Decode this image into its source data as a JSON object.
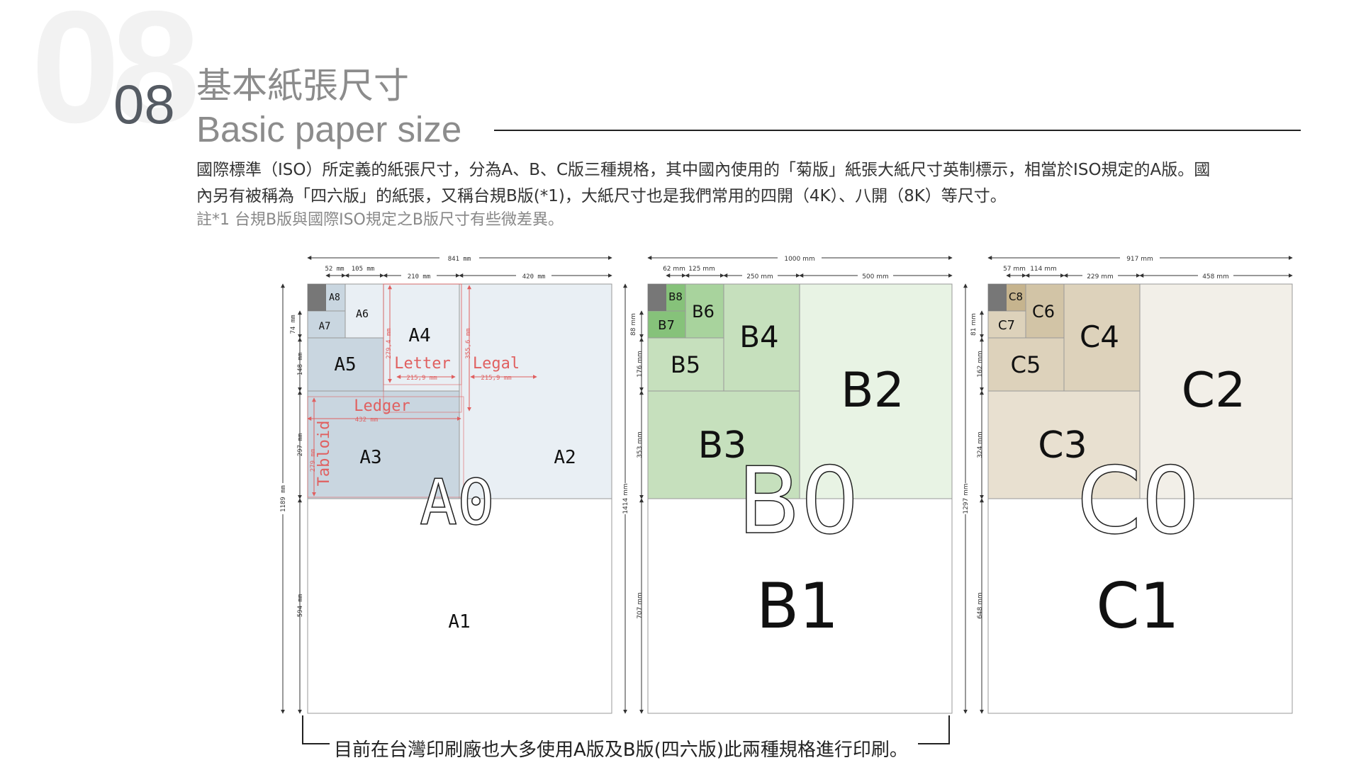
{
  "header": {
    "big_number": "08",
    "number": "08",
    "title_zh": "基本紙張尺寸",
    "title_en": "Basic paper size"
  },
  "intro": {
    "line1": "國際標準（ISO）所定義的紙張尺寸，分為A、B、C版三種規格，其中國內使用的「菊版」紙張大紙尺寸英制標示，相當於ISO規定的A版。國",
    "line2": "內另有被稱為「四六版」的紙張，又稱台規B版(*1)，大紙尺寸也是我們常用的四開（4K）、八開（8K）等尺寸。",
    "note": "註*1 台規B版與國際ISO規定之B版尺寸有些微差異。"
  },
  "colors": {
    "a_fill_dark": "#c9d6e0",
    "a_fill_light": "#e9eff4",
    "b_fill_dark": "#c6e0bd",
    "b_fill_light": "#e8f3e4",
    "b_small": "#86c27a",
    "c_fill_dark": "#ddd2bb",
    "c_fill_light": "#f2efe8",
    "c_small": "#c6b48e",
    "grey_corner": "#777777",
    "us_red": "#e06060"
  },
  "diagrams": {
    "a": {
      "total_width": "841 mm",
      "total_height": "1189 mm",
      "w_labels": [
        "52 mm",
        "105 mm",
        "210 mm",
        "420 mm"
      ],
      "h_labels": [
        "74 mm",
        "148 mm",
        "297 mm",
        "594 mm"
      ],
      "labels": {
        "a8": "A8",
        "a7": "A7",
        "a6": "A6",
        "a5": "A5",
        "a4": "A4",
        "a3": "A3",
        "a2": "A2",
        "a1": "A1",
        "a0": "A0"
      },
      "us": {
        "letter": "Letter",
        "letter_w": "215,9 mm",
        "letter_h": "279,4 mm",
        "legal": "Legal",
        "legal_w": "215,9 mm",
        "legal_h": "355,6 mm",
        "ledger": "Ledger",
        "ledger_w": "432 mm",
        "tabloid": "Tabloid",
        "tabloid_h": "279 mm"
      }
    },
    "b": {
      "total_width": "1000 mm",
      "total_height": "1414 mm",
      "w_labels": [
        "62 mm",
        "125 mm",
        "250 mm",
        "500 mm"
      ],
      "h_labels": [
        "88 mm",
        "176 mm",
        "353 mm",
        "707 mm"
      ],
      "labels": {
        "b8": "B8",
        "b7": "B7",
        "b6": "B6",
        "b5": "B5",
        "b4": "B4",
        "b3": "B3",
        "b2": "B2",
        "b1": "B1",
        "b0": "B0"
      }
    },
    "c": {
      "total_width": "917 mm",
      "total_height": "1297 mm",
      "w_labels": [
        "57 mm",
        "114 mm",
        "229 mm",
        "458 mm"
      ],
      "h_labels": [
        "81 mm",
        "162 mm",
        "324 mm",
        "648 mm"
      ],
      "labels": {
        "c8": "C8",
        "c7": "C7",
        "c6": "C6",
        "c5": "C5",
        "c4": "C4",
        "c3": "C3",
        "c2": "C2",
        "c1": "C1",
        "c0": "C0"
      }
    }
  },
  "caption": "目前在台灣印刷廠也大多使用A版及B版(四六版)此兩種規格進行印刷。"
}
